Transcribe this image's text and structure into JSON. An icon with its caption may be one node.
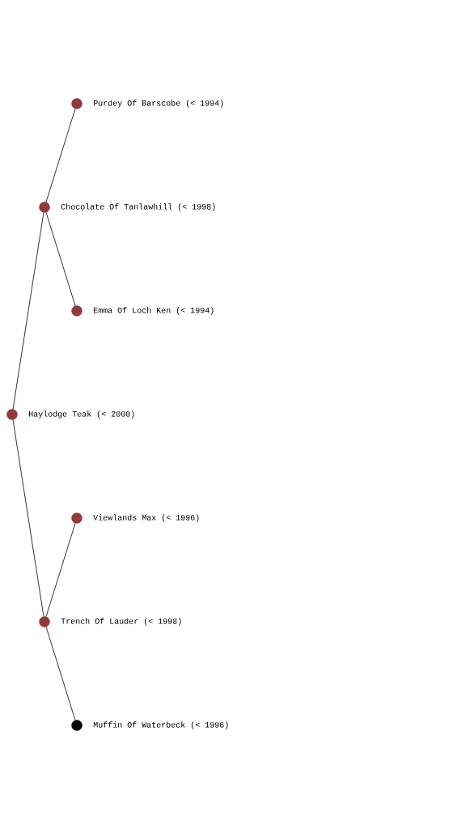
{
  "diagram": {
    "nodes": [
      {
        "text": [],
        "shape": "circle",
        "beside": [
          "Purdey Of Barscobe (< 1994)"
        ]
      },
      {
        "text": [],
        "shape": "circle",
        "beside": [
          "Chocolate Of Tanlawhill (< 1998)"
        ]
      },
      {
        "text": [],
        "shape": "circle",
        "beside": [
          "Emma Of Loch Ken (< 1994)"
        ]
      },
      {
        "text": [],
        "shape": "circle",
        "beside": [
          "Haylodge Teak (< 2000)"
        ]
      },
      {
        "text": [],
        "shape": "circle",
        "beside": [
          "Viewlands Max (< 1996)"
        ]
      },
      {
        "text": [],
        "shape": "circle",
        "beside": [
          "Trench Of Lauder (< 1998)"
        ]
      },
      {
        "text": [],
        "shape": "circle",
        "beside": [
          "Muffin Of Waterbeck (< 1996)"
        ]
      }
    ],
    "edges": [
      {
        "from": 1,
        "to": 0,
        "arrow": "none"
      },
      {
        "from": 1,
        "to": 2,
        "arrow": "none"
      },
      {
        "from": 3,
        "to": 1,
        "arrow": "none"
      },
      {
        "from": 3,
        "to": 5,
        "arrow": "none"
      },
      {
        "from": 5,
        "to": 4,
        "arrow": "none"
      },
      {
        "from": 5,
        "to": 6,
        "arrow": "none"
      }
    ]
  }
}
